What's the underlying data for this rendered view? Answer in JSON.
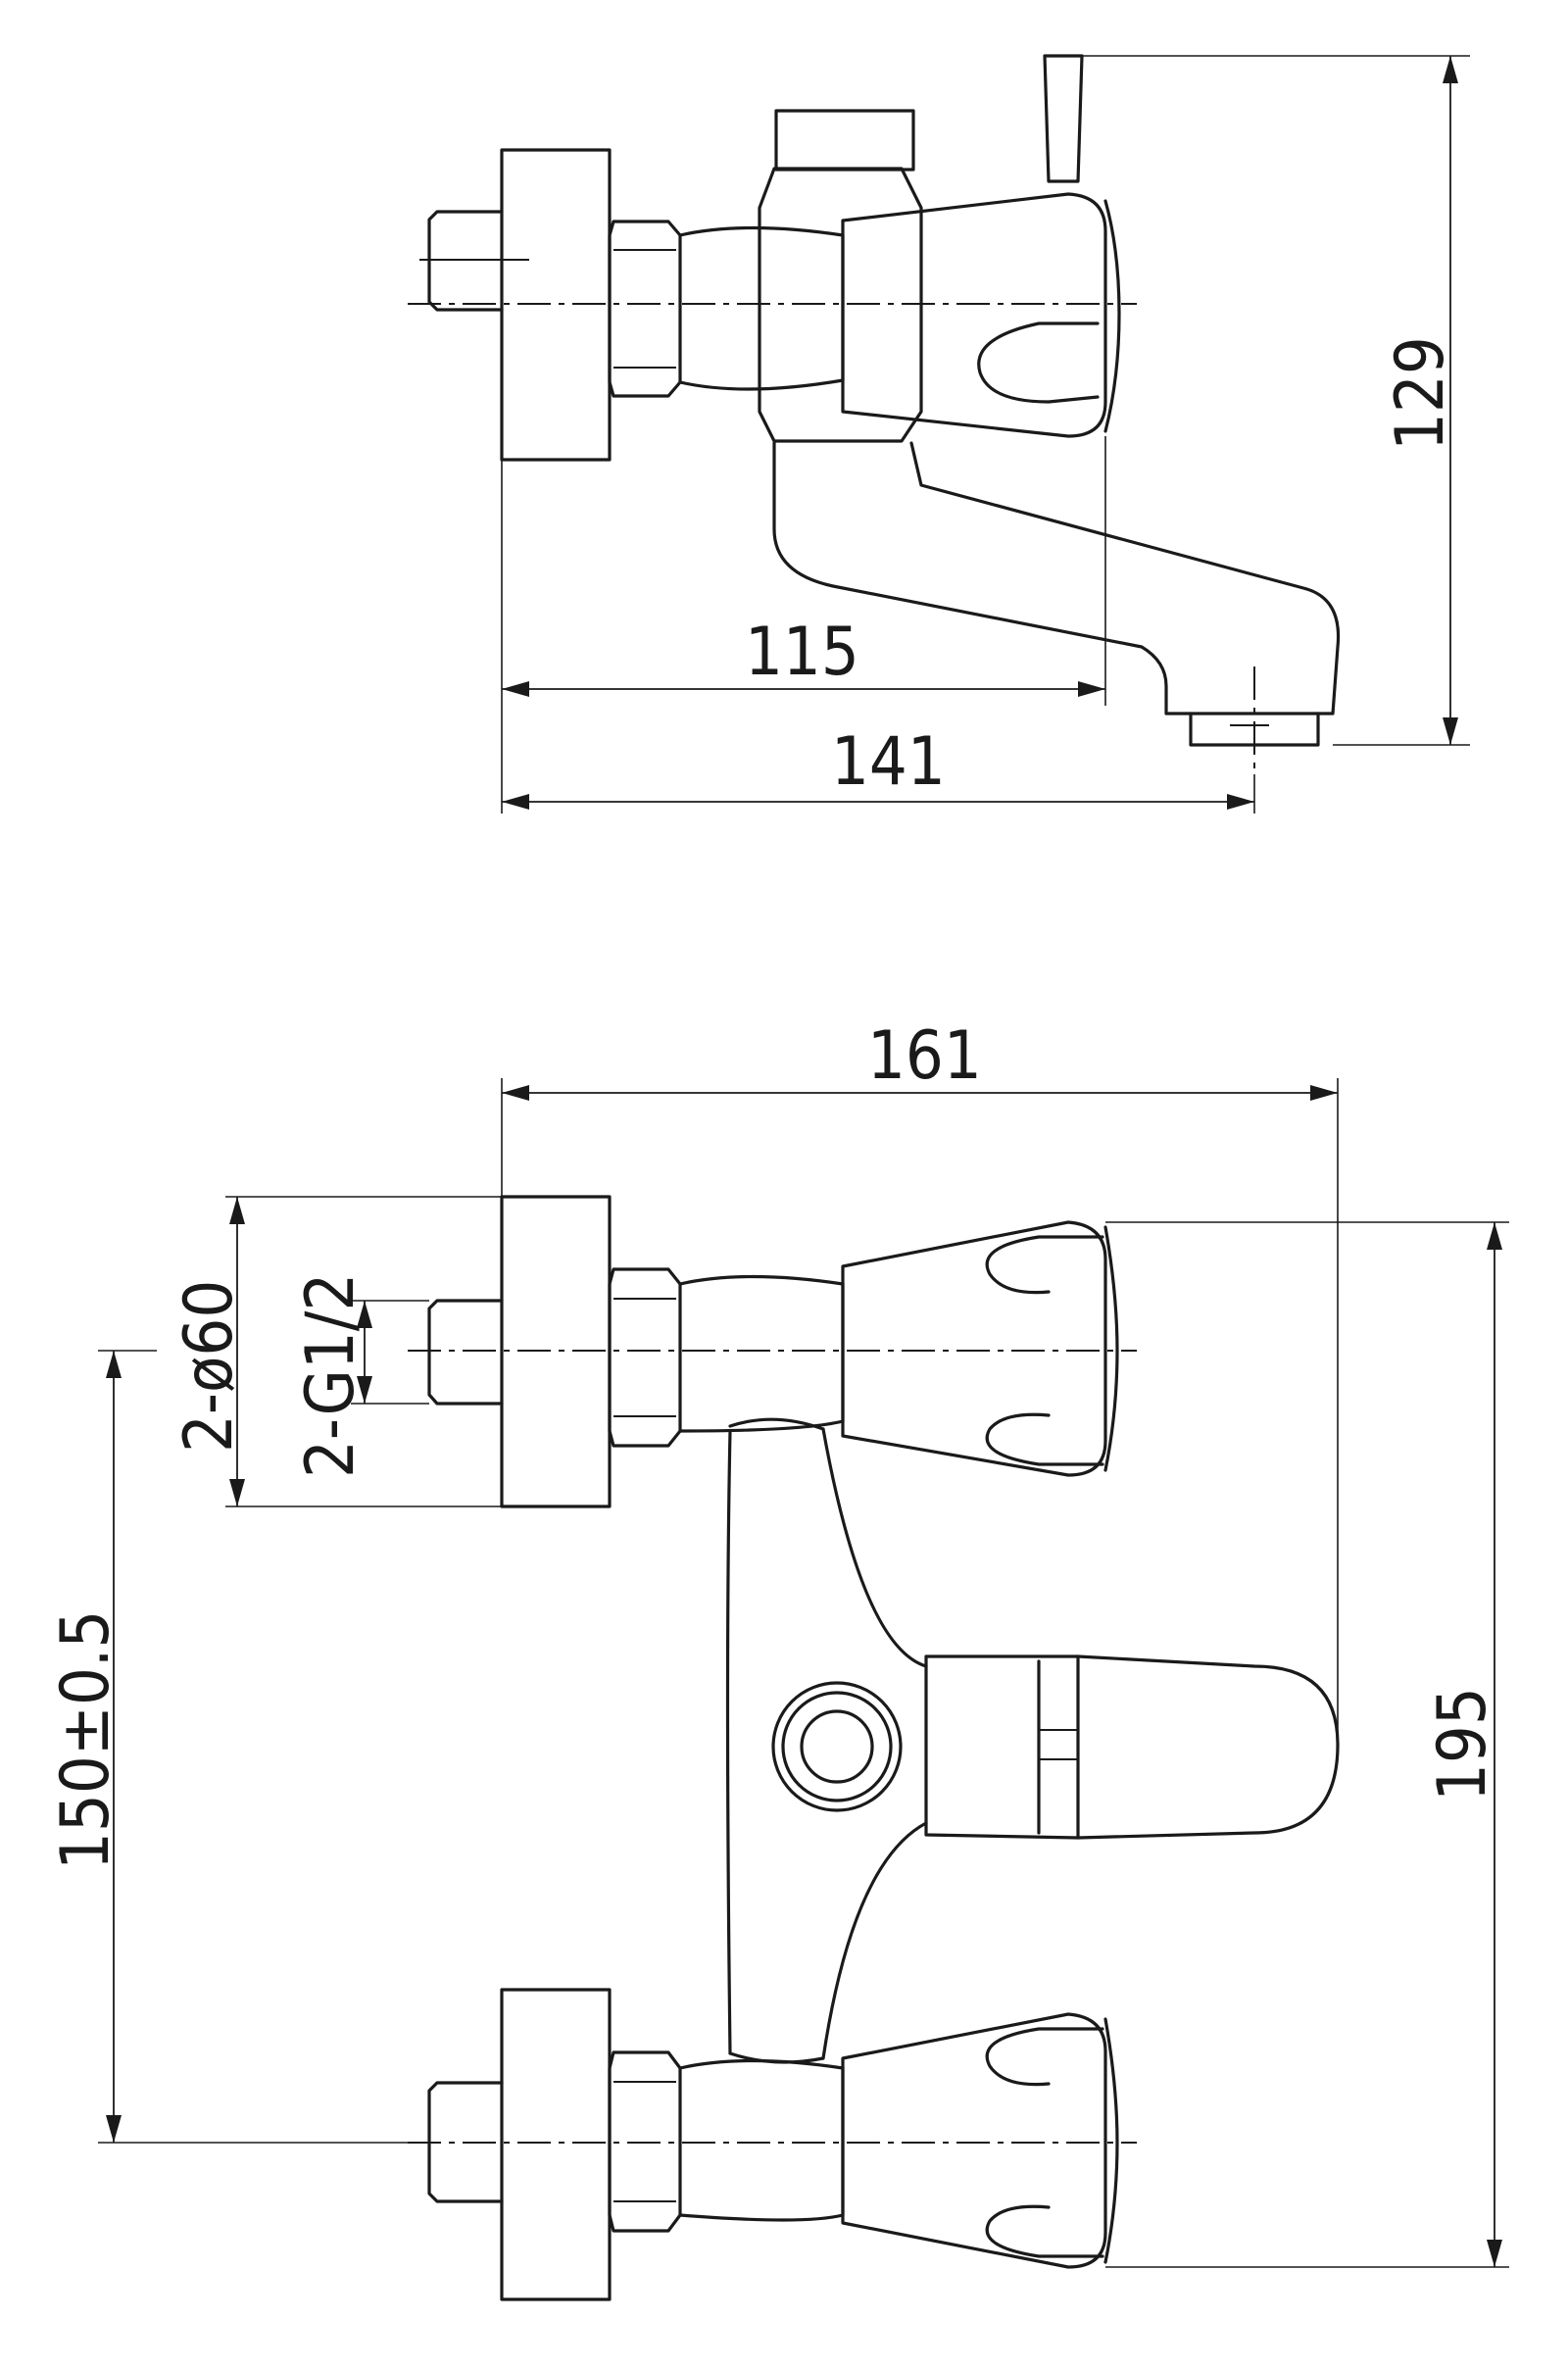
{
  "dimensions": {
    "height_side": "129",
    "depth_wall_to_handle": "115",
    "projection_spout": "141",
    "overall_width": "161",
    "flange_diameter": "2-ø60",
    "thread_size": "2-G1/2",
    "centers": "150±0.5",
    "overall_height": "195"
  }
}
